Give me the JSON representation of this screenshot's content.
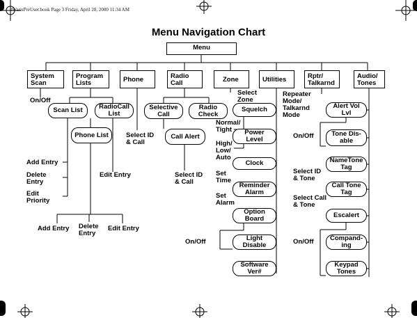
{
  "header_line": "#WarisPreUser.book  Page 3  Friday, April 28, 2000  11:34 AM",
  "title": "Menu Navigation Chart",
  "root": "Menu",
  "top_menus": [
    "System\nScan",
    "Program\nLists",
    "Phone",
    "Radio\nCall",
    "Zone",
    "Utilities",
    "Rptr/\nTalkarnd",
    "Audio/\nTones"
  ],
  "system_scan": {
    "on_off": "On/Off"
  },
  "program_lists": {
    "scan_list": "Scan List",
    "radiocall_list": "RadioCall\nList",
    "phone_list": "Phone List",
    "add_entry": "Add Entry",
    "delete_entry": "Delete\nEntry",
    "edit_priority": "Edit\nPriority",
    "edit_entry": "Edit Entry",
    "bottom_add": "Add Entry",
    "bottom_delete": "Delete\nEntry",
    "bottom_edit": "Edit Entry"
  },
  "phone": {
    "select_id": "Select ID\n& Call"
  },
  "radio_call": {
    "selective_call": "Selective\nCall",
    "radio_check": "Radio\nCheck",
    "call_alert": "Call Alert",
    "select_id": "Select ID\n& Call"
  },
  "zone": {
    "select_zone": "Select\nZone"
  },
  "utilities": {
    "squelch": "Squelch",
    "normal_tight": "Normal/\nTight",
    "power_level": "Power\nLevel",
    "high_low_auto": "High/\nLow/\nAuto",
    "clock": "Clock",
    "set_time": "Set\nTime",
    "reminder_alarm": "Reminder\nAlarm",
    "set_alarm": "Set\nAlarm",
    "option_board": "Option\nBoard",
    "on_off": "On/Off",
    "light_disable": "Light\nDisable",
    "software_ver": "Software\nVer#"
  },
  "rptr": {
    "mode": "Repeater\nMode/\nTalkarnd\nMode"
  },
  "audio": {
    "alert_vol": "Alert Vol\nLvl",
    "on_off_1": "On/Off",
    "tone_disable": "Tone Dis-\nable",
    "name_tone_tag": "NameTone\nTag",
    "select_id_tone": "Select ID\n& Tone",
    "call_tone_tag": "Call Tone\nTag",
    "select_call_tone": "Select Call\n& Tone",
    "escalert": "Escalert",
    "on_off_2": "On/Off",
    "compand": "Compand-\ning",
    "keypad_tones": "Keypad\nTones"
  }
}
